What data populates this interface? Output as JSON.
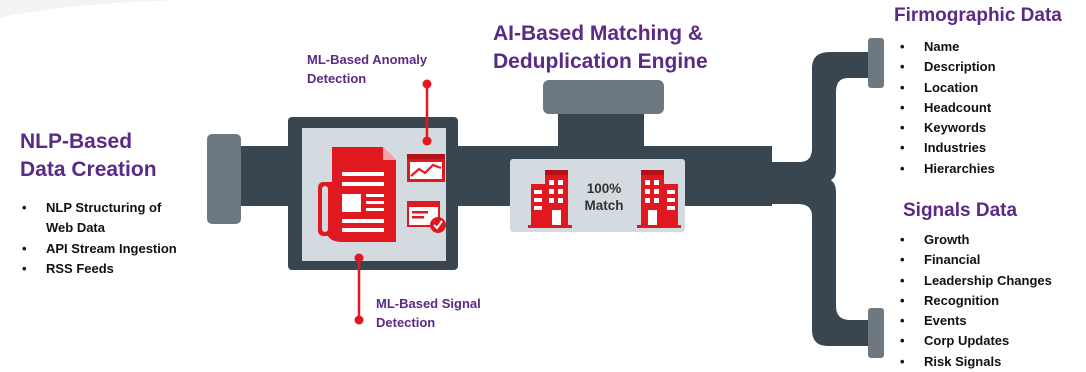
{
  "nlp_section": {
    "title_line1": "NLP-Based",
    "title_line2": "Data Creation",
    "items": [
      "NLP Structuring of",
      "Web Data",
      "API Stream Ingestion",
      "RSS Feeds"
    ]
  },
  "anomaly_callout": {
    "line1": "ML-Based Anomaly",
    "line2": "Detection"
  },
  "signal_callout": {
    "line1": "ML-Based Signal",
    "line2": "Detection"
  },
  "engine": {
    "title_line1": "AI-Based Matching &",
    "title_line2": "Deduplication Engine"
  },
  "match_box": {
    "line1": "100%",
    "line2": "Match"
  },
  "firmographic": {
    "title": "Firmographic Data",
    "items": [
      "Name",
      "Description",
      "Location",
      "Headcount",
      "Keywords",
      "Industries",
      "Hierarchies"
    ]
  },
  "signals": {
    "title": "Signals Data",
    "items": [
      "Growth",
      "Financial",
      "Leadership Changes",
      "Recognition",
      "Events",
      "Corp Updates",
      "Risk Signals"
    ]
  },
  "colors": {
    "pipe": "#394650",
    "flange": "#6e7880",
    "accent_red": "#e0181f",
    "title_purple": "#5b2a86",
    "panel": "#d3dbe0"
  },
  "icons": [
    "newspaper-icon",
    "chart-icon",
    "checklist-icon",
    "building-icon"
  ]
}
